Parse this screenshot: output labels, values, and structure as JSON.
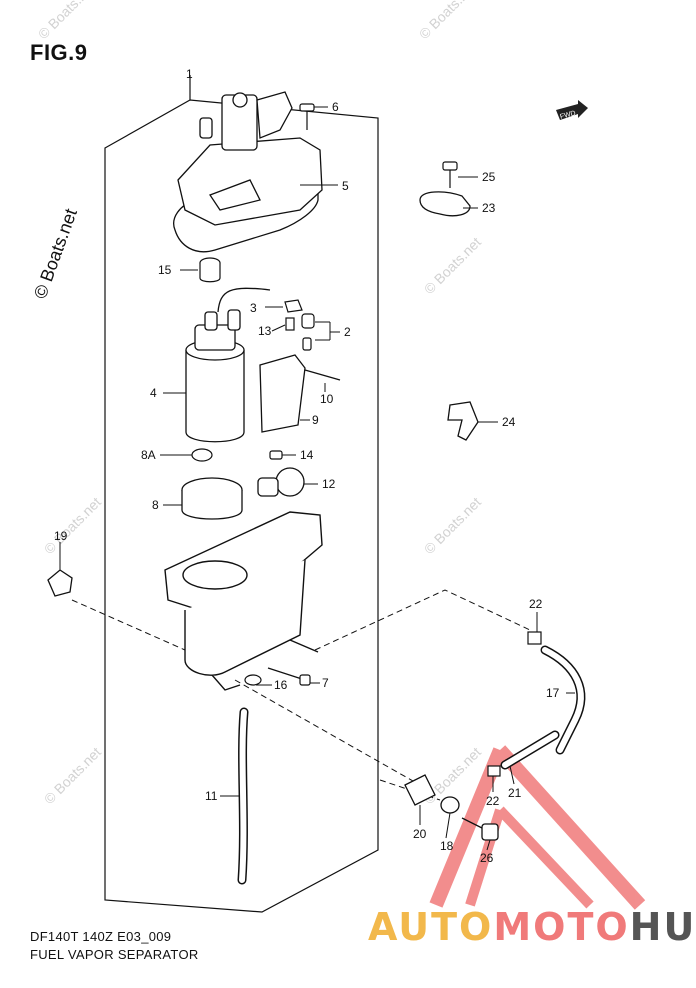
{
  "figure": {
    "title": "FIG.9",
    "code": "DF140T 140Z E03_009",
    "caption": "FUEL VAPOR SEPARATOR"
  },
  "fwd_badge": "FWD",
  "watermark": {
    "text": "© Boats.net"
  },
  "brand": {
    "part1": "AUTO",
    "part2": "MOTO",
    "part3": "HUB"
  },
  "labels": [
    "1",
    "2",
    "3",
    "4",
    "5",
    "6",
    "7",
    "8",
    "8A",
    "9",
    "10",
    "11",
    "12",
    "13",
    "14",
    "15",
    "16",
    "17",
    "19",
    "20",
    "21",
    "22",
    "22",
    "23",
    "24",
    "25",
    "18",
    "26"
  ],
  "colors": {
    "line": "#111111",
    "watermark": "#cfcfcf",
    "brand_yellow": "#f2b84b",
    "brand_red": "#f07a7a",
    "brand_gray": "#555555"
  }
}
